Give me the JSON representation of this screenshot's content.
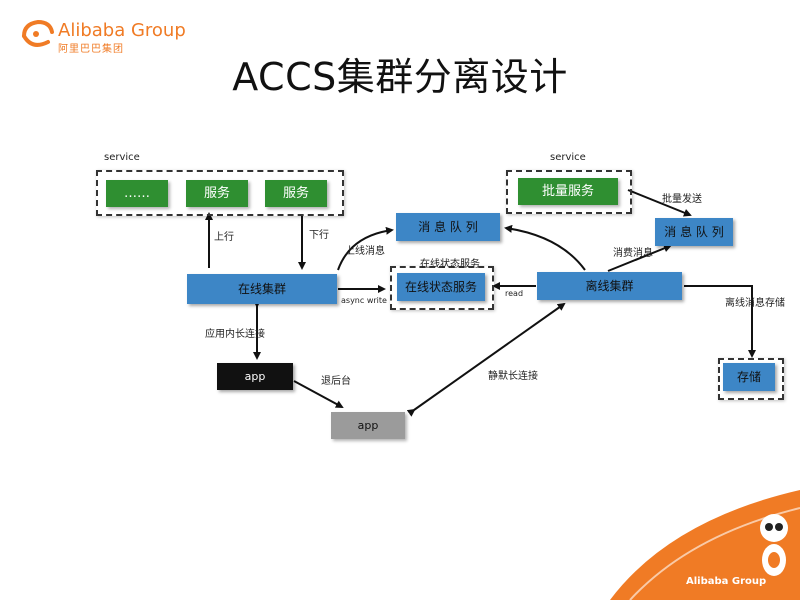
{
  "logo": {
    "brand_text": "Alibaba Group",
    "brand_cn": "阿里巴巴集团",
    "color": "#f07b25"
  },
  "title": "ACCS集群分离设计",
  "diagram": {
    "left_service_label": "service",
    "right_service_label": "service",
    "service_boxes": [
      "……",
      "服务",
      "服务"
    ],
    "batch_service": "批量服务",
    "online_cluster": "在线集群",
    "offline_cluster": "离线集群",
    "msg_queue_center": "消 息 队 列",
    "msg_queue_right": "消 息 队 列",
    "online_state_service": "在线状态服务",
    "storage": "存储",
    "app_black": "app",
    "app_gray": "app",
    "edges": {
      "up": "上行",
      "down": "下行",
      "upstream_msg": "上线消息",
      "online_state_svc": "在线状态服务",
      "async_write": "async write",
      "read": "read",
      "batch_send": "批量发送",
      "consume_msg": "消费消息",
      "offline_store": "离线消息存储",
      "app_long_conn": "应用内长连接",
      "background": "退后台",
      "static_long_conn": "静默长连接"
    },
    "colors": {
      "green": "#2f8f31",
      "blue": "#3d86c6",
      "gray": "#9b9b9b",
      "black": "#111111"
    }
  },
  "footer": {
    "brand_text": "Alibaba Group",
    "accent": "#f07b25"
  }
}
